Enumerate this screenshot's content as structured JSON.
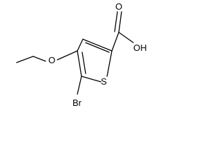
{
  "molecule": {
    "atoms": {
      "oxygen_carbonyl": "O",
      "hydroxyl": "OH",
      "oxygen_methoxy": "O",
      "sulfur": "S",
      "bromine": "Br"
    }
  }
}
